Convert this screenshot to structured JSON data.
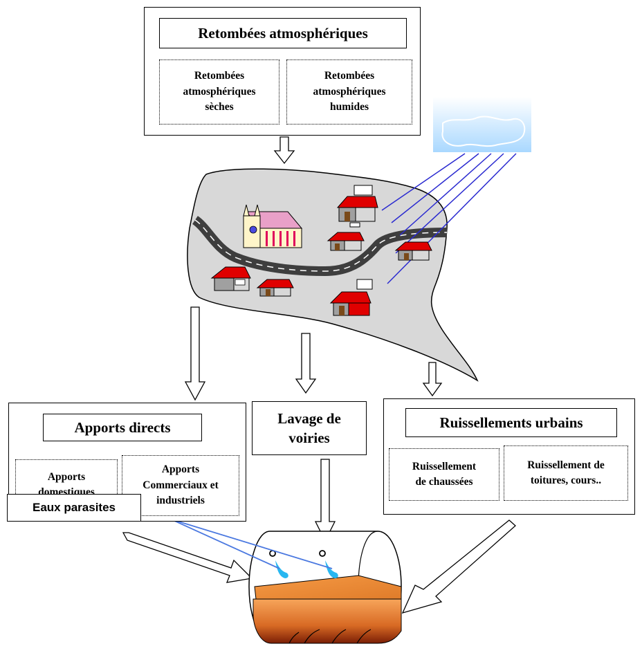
{
  "atmospheric": {
    "title": "Retombées atmosphériques",
    "dry": "Retombées\natmosphériques\nsèches",
    "wet": "Retombées\natmosphériques\nhumides"
  },
  "direct": {
    "title": "Apports directs",
    "domestic": "Apports\ndomestiques",
    "commercial": "Apports\nCommerciaux et\nindustriels"
  },
  "washing": {
    "title": "Lavage de\nvoiries"
  },
  "runoff": {
    "title": "Ruissellements urbains",
    "roads": "Ruissellement\nde chaussées",
    "roofs": "Ruissellement de\ntoitures, cours.."
  },
  "parasitic": {
    "label": "Eaux parasites"
  },
  "colors": {
    "rain": "#2a2ad0",
    "sky_top": "#ffffff",
    "sky_bottom": "#a9d8ff",
    "land": "#d8d8d8",
    "road": "#444444",
    "roof": "#e00000",
    "water_top": "#f39a4a",
    "water_bottom": "#c24a10",
    "parasite_line": "#4a78e0",
    "drop": "#28b7f0"
  },
  "icons": [
    "down-arrow-icon",
    "church-icon",
    "house-icon",
    "rain-cloud-icon",
    "sewer-pipe-icon",
    "water-drop-icon"
  ]
}
